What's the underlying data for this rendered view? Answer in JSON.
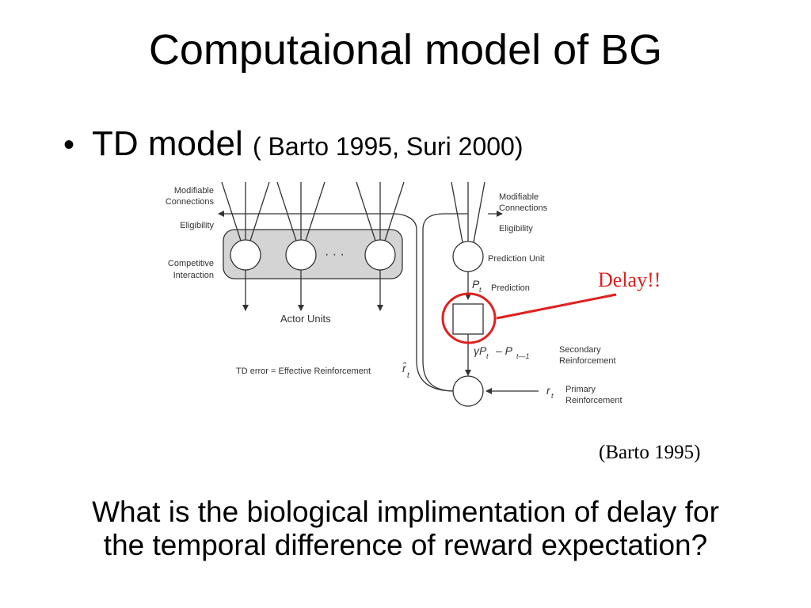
{
  "slide": {
    "title": "Computaional model of BG",
    "bullet": {
      "symbol": "•",
      "main": "TD model",
      "sub": "( Barto 1995, Suri 2000)"
    },
    "figure": {
      "left": {
        "modifiable_connections": [
          "Modifiable",
          "Connections"
        ],
        "eligibility": "Eligibility",
        "competitive_interaction": [
          "Competitive",
          "Interaction"
        ],
        "ellipsis": "· · ·",
        "actor_units": "Actor Units",
        "td_error": "TD error  = Effective Reinforcement"
      },
      "right": {
        "modifiable_connections": [
          "Modifiable",
          "Connections"
        ],
        "eligibility": "Eligibility",
        "prediction_unit": "Prediction Unit",
        "p_symbol": "P",
        "p_sub": "t",
        "prediction": "Prediction",
        "gamma_expr": "γP",
        "gamma_sub": "t",
        "minus_p": "– P",
        "minus_sub": "t—1",
        "secondary_reinforcement": [
          "Secondary",
          "Reinforcement"
        ],
        "r_hat": "r̂",
        "r_hat_sub": "t",
        "r_symbol": "r",
        "r_sub": "t",
        "primary_reinforcement": [
          "Primary",
          "Reinforcement"
        ]
      }
    },
    "delay_label": "Delay!!",
    "citation": "(Barto 1995)",
    "question": [
      "What is the biological implimentation of delay for",
      "the temporal difference of reward expectation?"
    ]
  },
  "colors": {
    "text": "#000000",
    "figure_ink": "#333333",
    "actor_box_fill": "#d4d4d4",
    "highlight": "#e02020"
  }
}
